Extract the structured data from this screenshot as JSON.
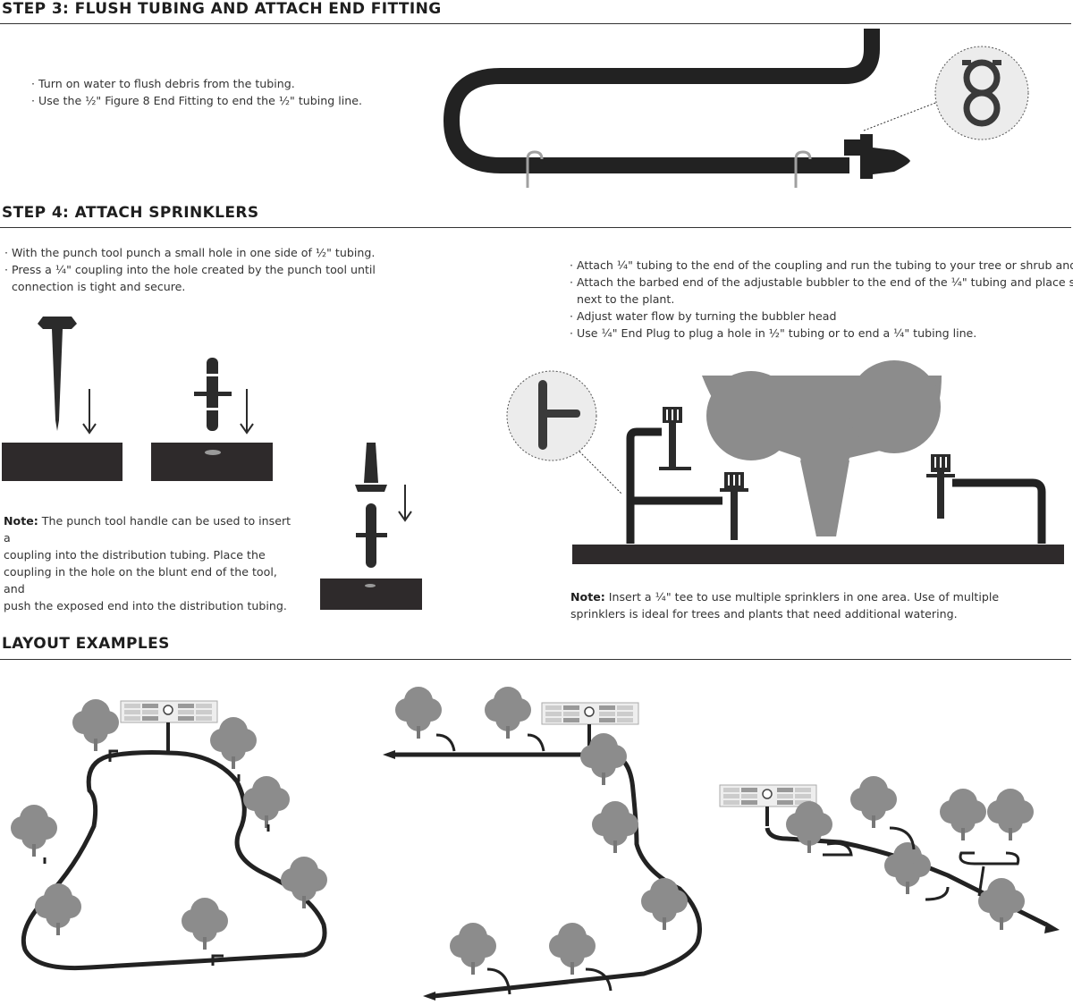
{
  "step3": {
    "heading": "STEP 3: FLUSH TUBING AND ATTACH END FITTING",
    "bullets": [
      "· Turn on water to flush debris from the tubing.",
      "· Use the ½\" Figure 8 End Fitting to end the ½\" tubing line."
    ]
  },
  "step4": {
    "heading": "STEP 4: ATTACH SPRINKLERS",
    "bullets_left": [
      "· With the punch tool punch a small hole in one side of ½\" tubing.",
      "· Press a ¼\" coupling into the hole created by the punch tool until",
      "  connection is tight and secure."
    ],
    "bullets_right": [
      "· Attach ¼\" tubing to the end of the coupling and run the tubing to your tree or shrub and cut.",
      "· Attach the barbed end of the adjustable bubbler to the end of the ¼\" tubing and place spike",
      "  next to the plant.",
      "· Adjust water flow by turning the bubbler head",
      "· Use ¼\" End Plug to plug a hole in ½\" tubing or to end a ¼\" tubing line."
    ],
    "note_left": {
      "label": "Note:",
      "lines": [
        " The punch tool handle can be used to insert a",
        "coupling into the distribution tubing. Place the",
        "coupling in the hole on the blunt end of the tool, and",
        "push the exposed end into the distribution tubing."
      ]
    },
    "note_right": {
      "label": "Note:",
      "lines": [
        " Insert a ¼\" tee to use multiple sprinklers in one area. Use of multiple",
        "sprinklers is ideal for trees and plants that need additional watering."
      ]
    }
  },
  "layout": {
    "heading": "LAYOUT EXAMPLES"
  },
  "colors": {
    "tube": "#222222",
    "foliage": "#8c8c8c",
    "stake": "#a0a0a0",
    "ground": "#2e2a2b"
  }
}
